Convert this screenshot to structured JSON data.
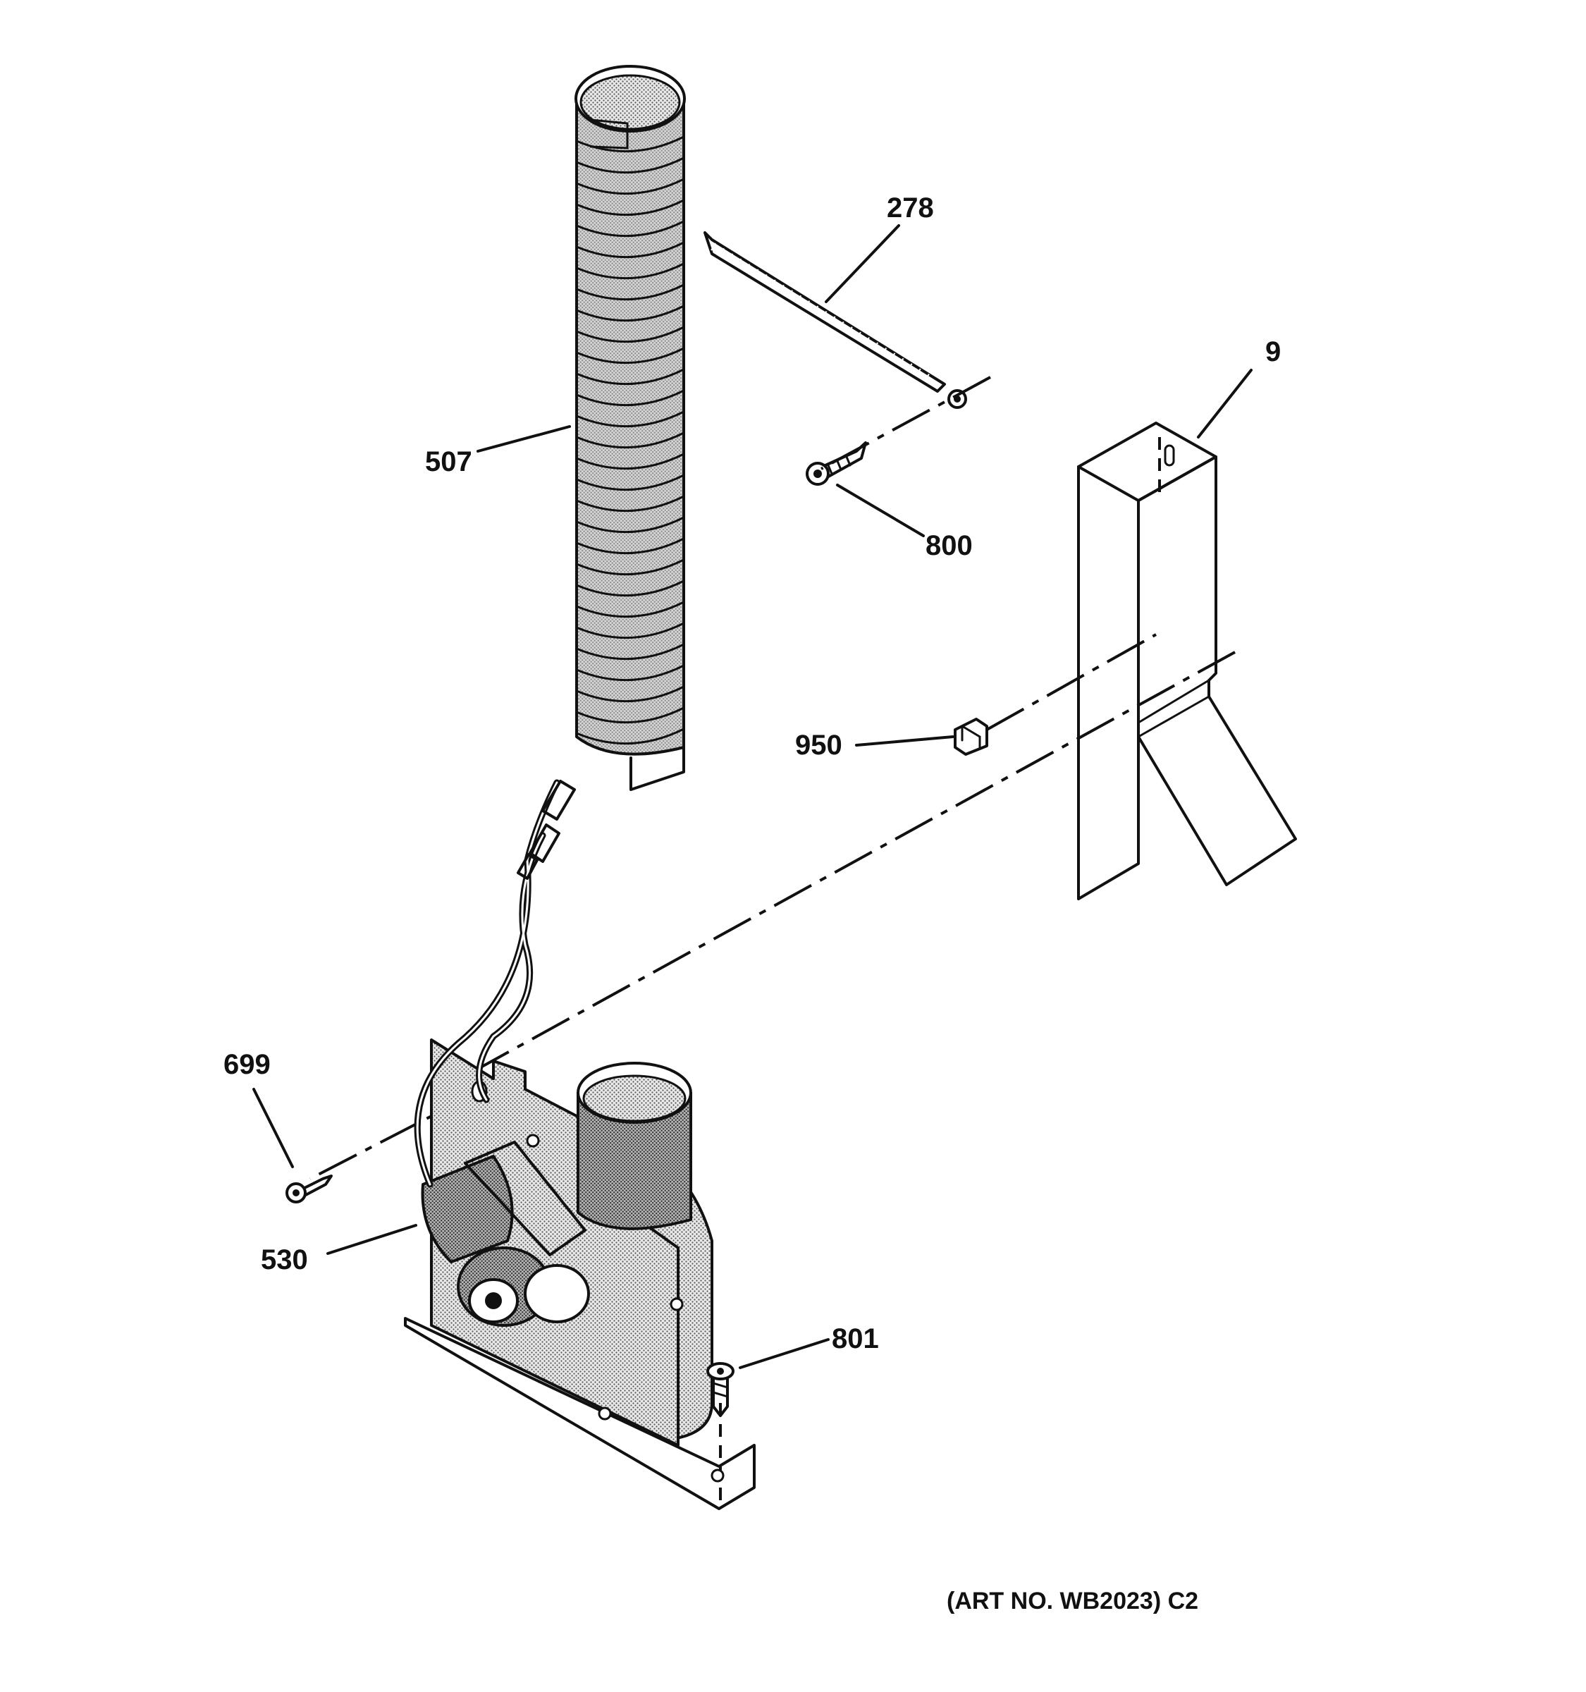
{
  "labels": {
    "p278": "278",
    "p9": "9",
    "p507": "507",
    "p800": "800",
    "p950": "950",
    "p699": "699",
    "p530": "530",
    "p801": "801"
  },
  "art_number": "(ART NO. WB2023) C2",
  "colors": {
    "ink": "#111111",
    "paper": "#ffffff"
  }
}
